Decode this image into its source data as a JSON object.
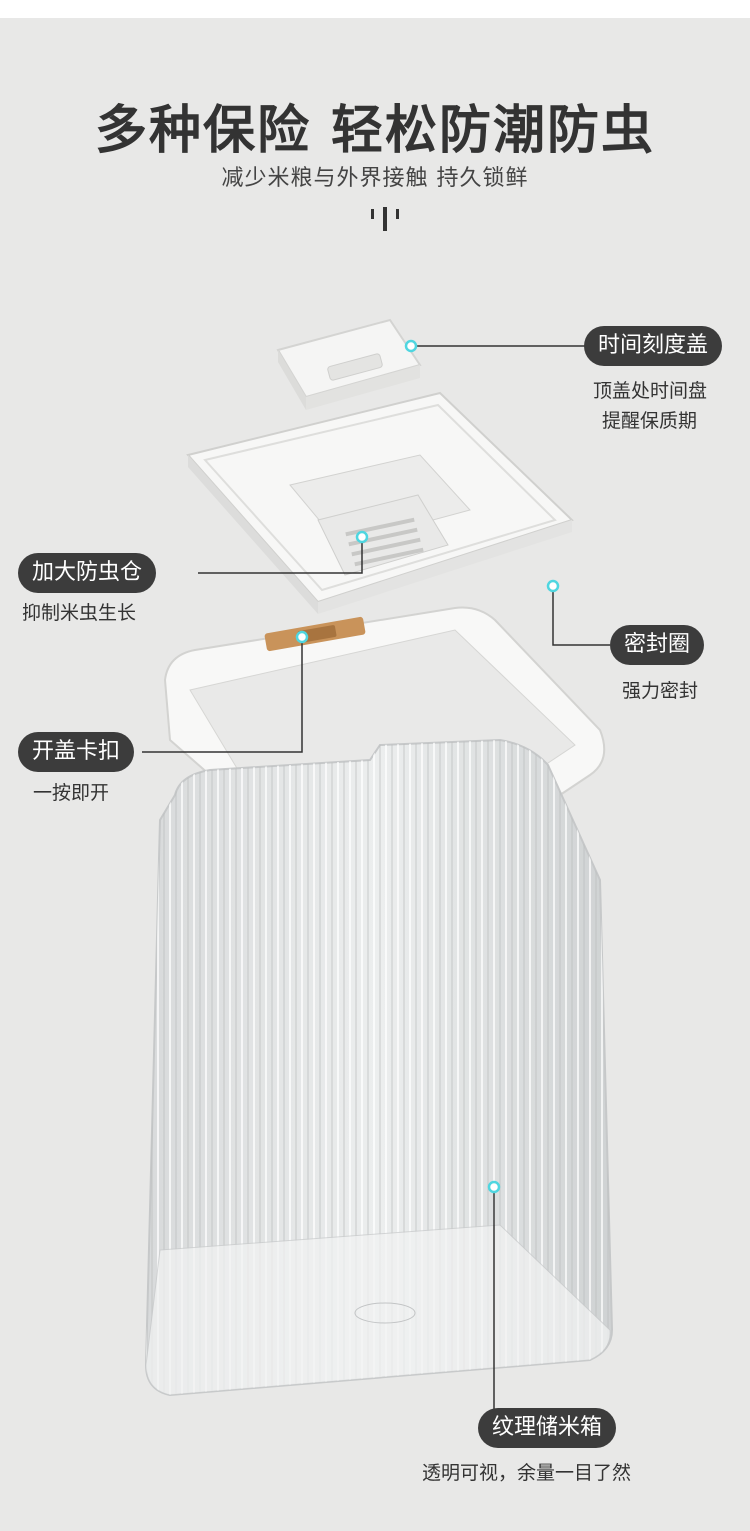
{
  "header": {
    "title": "多种保险 轻松防潮防虫",
    "subtitle": "减少米粮与外界接触 持久锁鲜"
  },
  "callouts": {
    "time_lid": {
      "label": "时间刻度盖",
      "desc_line1": "顶盖处时间盘",
      "desc_line2": "提醒保质期"
    },
    "insect_chamber": {
      "label": "加大防虫仓",
      "desc": "抑制米虫生长"
    },
    "seal_ring": {
      "label": "密封圈",
      "desc": "强力密封"
    },
    "lid_buckle": {
      "label": "开盖卡扣",
      "desc": "一按即开"
    },
    "storage_box": {
      "label": "纹理储米箱",
      "desc": "透明可视，余量一目了然"
    }
  },
  "colors": {
    "background": "#e8e8e7",
    "pill": "#3c3c3c",
    "leader_line": "#333333",
    "marker_dot": "#4fd6e0",
    "buckle": "#c9935a"
  }
}
